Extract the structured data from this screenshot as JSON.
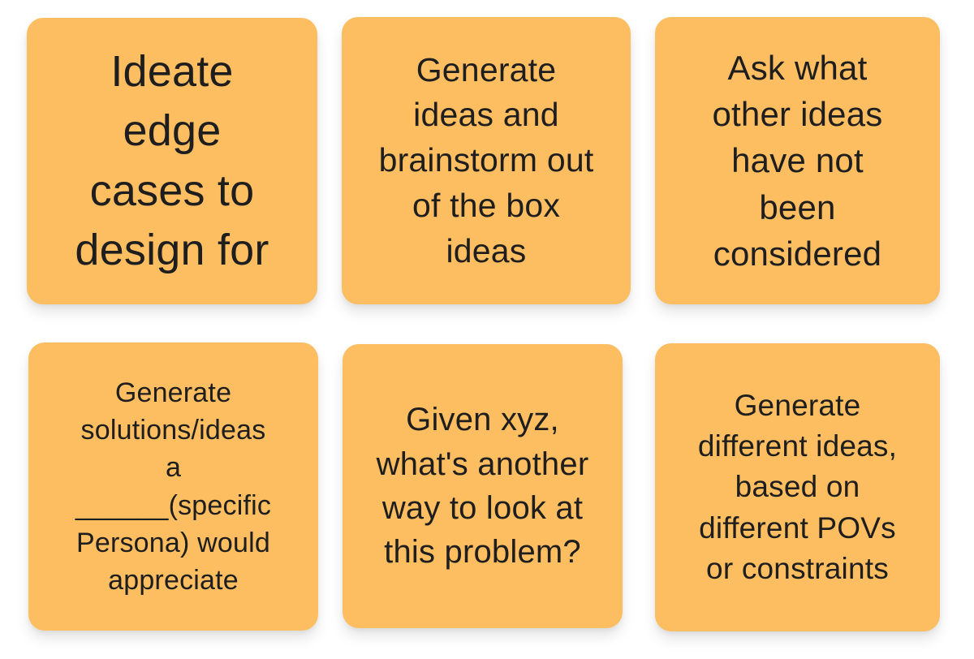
{
  "board": {
    "background_color": "#ffffff",
    "note_color": "#fcbe61",
    "text_color": "#1e1e1e",
    "notes": [
      {
        "text": "Ideate\nedge\ncases to\ndesign for"
      },
      {
        "text": "Generate\nideas and\nbrainstorm out\nof the box\nideas"
      },
      {
        "text": "Ask what\nother ideas\nhave not\nbeen\nconsidered"
      },
      {
        "text": "Generate\nsolutions/ideas\na\n______(specific\nPersona) would\nappreciate"
      },
      {
        "text": "Given xyz,\nwhat's another\nway to look at\nthis problem?"
      },
      {
        "text": "Generate\ndifferent ideas,\nbased on\ndifferent POVs\nor constraints"
      }
    ]
  }
}
